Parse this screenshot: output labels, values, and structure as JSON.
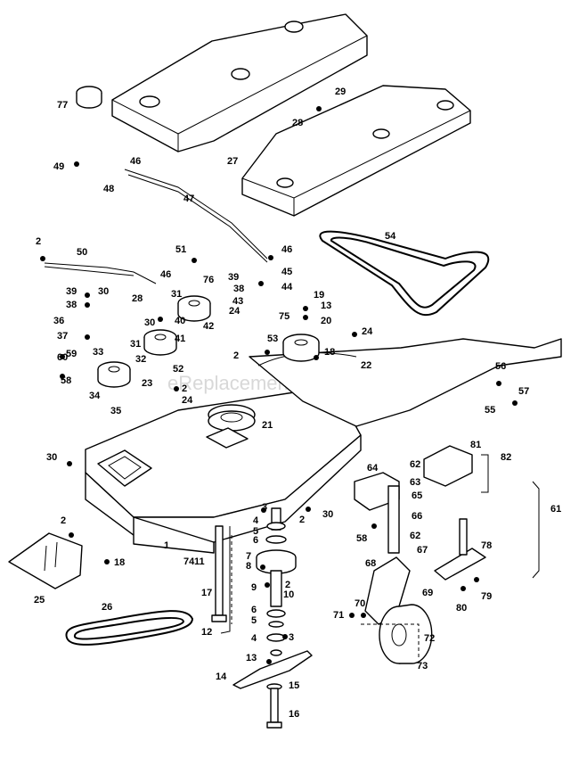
{
  "watermark": "eReplacementParts.com",
  "callouts": [
    {
      "text": "77"
    },
    {
      "text": "29"
    },
    {
      "text": "28"
    },
    {
      "text": "27"
    },
    {
      "text": "49"
    },
    {
      "text": "46"
    },
    {
      "text": "48"
    },
    {
      "text": "47"
    },
    {
      "text": "54"
    },
    {
      "text": "2"
    },
    {
      "text": "50"
    },
    {
      "text": "51"
    },
    {
      "text": "46"
    },
    {
      "text": "45"
    },
    {
      "text": "46"
    },
    {
      "text": "39"
    },
    {
      "text": "30"
    },
    {
      "text": "28"
    },
    {
      "text": "76"
    },
    {
      "text": "39"
    },
    {
      "text": "38"
    },
    {
      "text": "44"
    },
    {
      "text": "38"
    },
    {
      "text": "31"
    },
    {
      "text": "43"
    },
    {
      "text": "19"
    },
    {
      "text": "13"
    },
    {
      "text": "36"
    },
    {
      "text": "30"
    },
    {
      "text": "40"
    },
    {
      "text": "24"
    },
    {
      "text": "75"
    },
    {
      "text": "20"
    },
    {
      "text": "37"
    },
    {
      "text": "42"
    },
    {
      "text": "24"
    },
    {
      "text": "31"
    },
    {
      "text": "41"
    },
    {
      "text": "53"
    },
    {
      "text": "18"
    },
    {
      "text": "60"
    },
    {
      "text": "59"
    },
    {
      "text": "32"
    },
    {
      "text": "2"
    },
    {
      "text": "22"
    },
    {
      "text": "58"
    },
    {
      "text": "52"
    },
    {
      "text": "56"
    },
    {
      "text": "34"
    },
    {
      "text": "33"
    },
    {
      "text": "23"
    },
    {
      "text": "2"
    },
    {
      "text": "24"
    },
    {
      "text": "35"
    },
    {
      "text": "57"
    },
    {
      "text": "55"
    },
    {
      "text": "21"
    },
    {
      "text": "81"
    },
    {
      "text": "82"
    },
    {
      "text": "30"
    },
    {
      "text": "64"
    },
    {
      "text": "62"
    },
    {
      "text": "63"
    },
    {
      "text": "65"
    },
    {
      "text": "3"
    },
    {
      "text": "4"
    },
    {
      "text": "2"
    },
    {
      "text": "30"
    },
    {
      "text": "66"
    },
    {
      "text": "61"
    },
    {
      "text": "2"
    },
    {
      "text": "5"
    },
    {
      "text": "58"
    },
    {
      "text": "62"
    },
    {
      "text": "6"
    },
    {
      "text": "1"
    },
    {
      "text": "74"
    },
    {
      "text": "11"
    },
    {
      "text": "7"
    },
    {
      "text": "67"
    },
    {
      "text": "78"
    },
    {
      "text": "18"
    },
    {
      "text": "8"
    },
    {
      "text": "68"
    },
    {
      "text": "25"
    },
    {
      "text": "9"
    },
    {
      "text": "2"
    },
    {
      "text": "17"
    },
    {
      "text": "10"
    },
    {
      "text": "69"
    },
    {
      "text": "79"
    },
    {
      "text": "26"
    },
    {
      "text": "6"
    },
    {
      "text": "70"
    },
    {
      "text": "80"
    },
    {
      "text": "5"
    },
    {
      "text": "71"
    },
    {
      "text": "12"
    },
    {
      "text": "4"
    },
    {
      "text": "3"
    },
    {
      "text": "72"
    },
    {
      "text": "13"
    },
    {
      "text": "73"
    },
    {
      "text": "14"
    },
    {
      "text": "15"
    },
    {
      "text": "16"
    }
  ]
}
